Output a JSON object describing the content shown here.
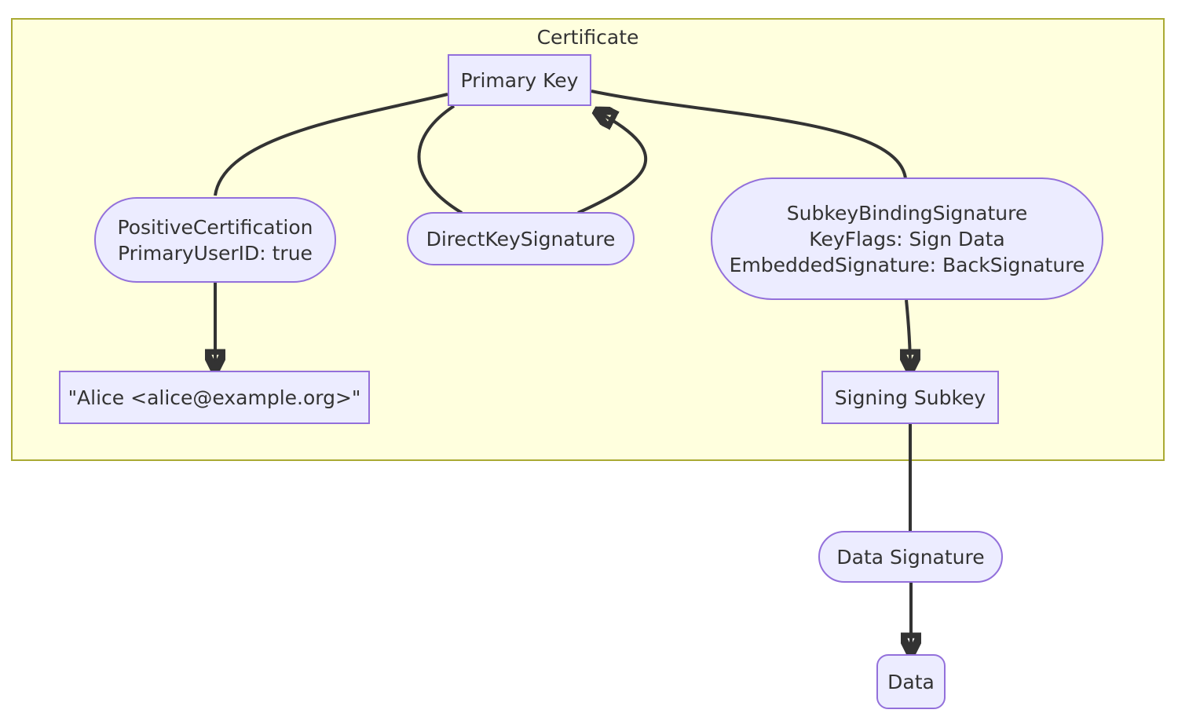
{
  "diagram": {
    "type": "flowchart",
    "cluster_title": "Certificate",
    "nodes": {
      "primary_key": {
        "label": "Primary Key",
        "shape": "rectangle"
      },
      "positive_certification": {
        "lines": [
          "PositiveCertification",
          "PrimaryUserID: true"
        ],
        "shape": "stadium"
      },
      "direct_key_signature": {
        "label": "DirectKeySignature",
        "shape": "stadium"
      },
      "subkey_binding_signature": {
        "lines": [
          "SubkeyBindingSignature",
          "KeyFlags: Sign Data",
          "EmbeddedSignature: BackSignature"
        ],
        "shape": "stadium"
      },
      "alice_user_id": {
        "label": "\"Alice <alice@example.org>\"",
        "shape": "rectangle"
      },
      "signing_subkey": {
        "label": "Signing Subkey",
        "shape": "rectangle"
      },
      "data_signature": {
        "label": "Data Signature",
        "shape": "stadium"
      },
      "data": {
        "label": "Data",
        "shape": "rounded-rectangle"
      }
    },
    "edges": [
      {
        "from": "primary_key",
        "to": "positive_certification",
        "arrow": false
      },
      {
        "from": "primary_key",
        "to": "direct_key_signature",
        "arrow": false
      },
      {
        "from": "direct_key_signature",
        "to": "primary_key",
        "arrow": true
      },
      {
        "from": "primary_key",
        "to": "subkey_binding_signature",
        "arrow": false
      },
      {
        "from": "positive_certification",
        "to": "alice_user_id",
        "arrow": true
      },
      {
        "from": "subkey_binding_signature",
        "to": "signing_subkey",
        "arrow": true
      },
      {
        "from": "signing_subkey",
        "to": "data_signature",
        "arrow": false
      },
      {
        "from": "data_signature",
        "to": "data",
        "arrow": true
      }
    ],
    "colors": {
      "canvas": "#ffffff",
      "cluster_fill": "#ffffde",
      "cluster_border": "#aaaa33",
      "node_fill": "#ececff",
      "node_border": "#9370db",
      "edge": "#333333",
      "text": "#333333"
    }
  }
}
